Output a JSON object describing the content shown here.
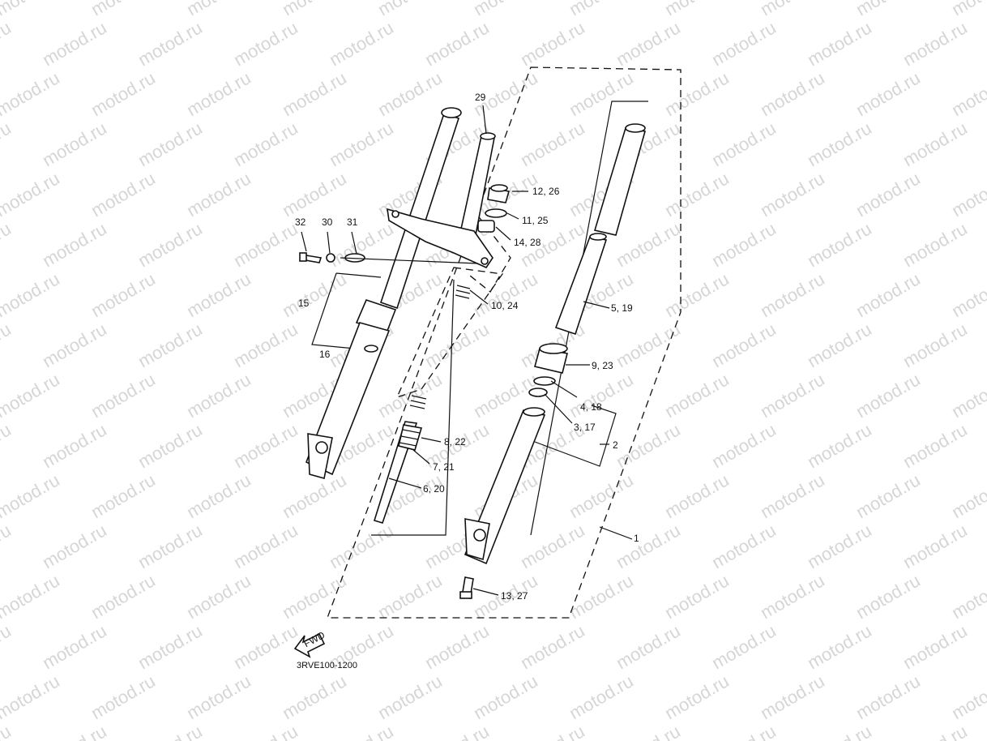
{
  "watermark": {
    "text": "motod.ru"
  },
  "diagram_code": "3RVE100-1200",
  "fwd_label": "FWD",
  "callouts": [
    {
      "id": "c1",
      "text": "1"
    },
    {
      "id": "c2",
      "text": "2"
    },
    {
      "id": "c3",
      "text": "3, 17"
    },
    {
      "id": "c4",
      "text": "4, 18"
    },
    {
      "id": "c5",
      "text": "5, 19"
    },
    {
      "id": "c6",
      "text": "6, 20"
    },
    {
      "id": "c7",
      "text": "7, 21"
    },
    {
      "id": "c8",
      "text": "8, 22"
    },
    {
      "id": "c9",
      "text": "9, 23"
    },
    {
      "id": "c10",
      "text": "10, 24"
    },
    {
      "id": "c11",
      "text": "11, 25"
    },
    {
      "id": "c12",
      "text": "12, 26"
    },
    {
      "id": "c13",
      "text": "13, 27"
    },
    {
      "id": "c14",
      "text": "14, 28"
    },
    {
      "id": "c15",
      "text": "15"
    },
    {
      "id": "c16",
      "text": "16"
    },
    {
      "id": "c29",
      "text": "29"
    },
    {
      "id": "c30",
      "text": "30"
    },
    {
      "id": "c31",
      "text": "31"
    },
    {
      "id": "c32",
      "text": "32"
    }
  ],
  "colors": {
    "line": "#111111",
    "watermark": "#d6d6d6",
    "background": "#ffffff"
  }
}
